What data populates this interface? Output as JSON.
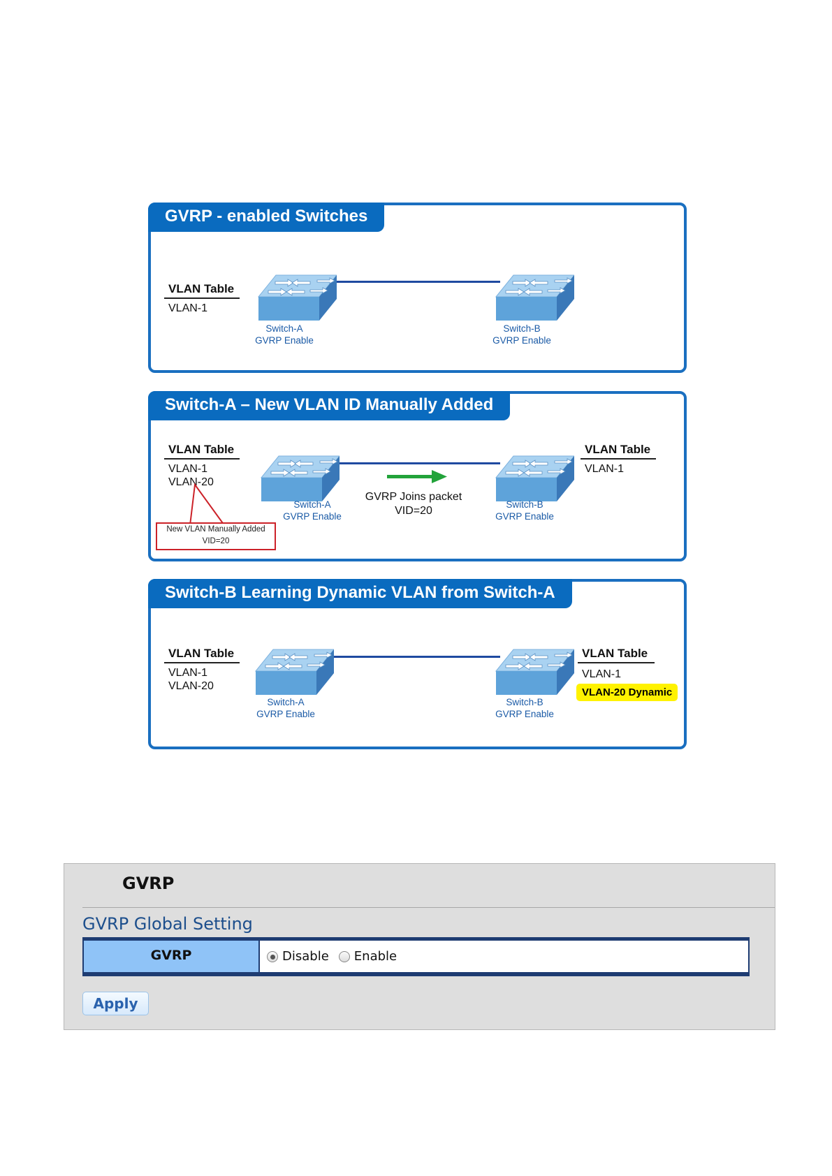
{
  "panels": [
    {
      "title": "GVRP - enabled Switches",
      "left_table": {
        "header": "VLAN Table",
        "rows": [
          "VLAN-1"
        ]
      },
      "switch_a": {
        "name": "Switch-A",
        "status": "GVRP Enable"
      },
      "switch_b": {
        "name": "Switch-B",
        "status": "GVRP Enable"
      }
    },
    {
      "title": "Switch-A – New VLAN ID Manually Added",
      "left_table": {
        "header": "VLAN Table",
        "rows": [
          "VLAN-1",
          "VLAN-20"
        ]
      },
      "right_table": {
        "header": "VLAN Table",
        "rows": [
          "VLAN-1"
        ]
      },
      "callout": {
        "line1": "New VLAN Manually Added",
        "line2": "VID=20"
      },
      "packet": {
        "line1": "GVRP Joins packet",
        "line2": "VID=20"
      },
      "switch_a": {
        "name": "Switch-A",
        "status": "GVRP Enable"
      },
      "switch_b": {
        "name": "Switch-B",
        "status": "GVRP Enable"
      }
    },
    {
      "title": "Switch-B Learning Dynamic VLAN from Switch-A",
      "left_table": {
        "header": "VLAN Table",
        "rows": [
          "VLAN-1",
          "VLAN-20"
        ]
      },
      "right_table": {
        "header": "VLAN Table",
        "rows": [
          "VLAN-1"
        ],
        "dynamic_row": "VLAN-20 Dynamic"
      },
      "switch_a": {
        "name": "Switch-A",
        "status": "GVRP Enable"
      },
      "switch_b": {
        "name": "Switch-B",
        "status": "GVRP Enable"
      }
    }
  ],
  "gvrp": {
    "title": "GVRP",
    "section_title": "GVRP Global Setting",
    "setting_label": "GVRP",
    "options": [
      "Disable",
      "Enable"
    ],
    "selected": "Disable",
    "apply_label": "Apply"
  },
  "colors": {
    "panel_border": "#1a6fc0",
    "panel_title_bg": "#0a6bbf",
    "switch_label": "#1a5aa6",
    "dynamic_highlight": "#fff200",
    "callout_border": "#cc2229",
    "arrow": "#22a33a",
    "setting_label_bg": "#8fc3f7"
  }
}
